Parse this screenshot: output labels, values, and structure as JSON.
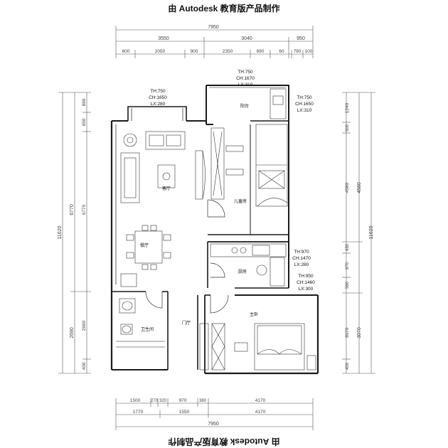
{
  "banner": "由 Autodesk 教育版产品制作",
  "dims": {
    "top_total": "7950",
    "top_mid": [
      "3550",
      "3040",
      "950"
    ],
    "top_inner": [
      "600",
      "2050",
      "900",
      "2350",
      "690",
      "60",
      "790",
      "100"
    ],
    "bottom_total": "7950",
    "bottom_mid": [
      "1770",
      "1550",
      "4170"
    ],
    "bottom_inner": [
      "1500",
      "270",
      "320",
      "970",
      "380",
      "4170"
    ],
    "left_total": "11620",
    "left_mid": [
      "6770",
      "2690"
    ],
    "left_inner": [
      "890",
      "650",
      "6770",
      "2690",
      "400"
    ],
    "right_total": "11620",
    "right_mid": [
      "4580",
      "3070"
    ],
    "right_inner": [
      "1240",
      "500",
      "4580",
      "430",
      "970",
      "560",
      "3070",
      "400"
    ]
  },
  "windows": [
    {
      "th": "TH:750",
      "ch": "CH:1650",
      "lx": "LX:280"
    },
    {
      "th": "TH:750",
      "ch": "CH:1670",
      "lx": "LX:310"
    },
    {
      "th": "TH:750",
      "ch": "CH:1650",
      "lx": "LX:310"
    },
    {
      "th": "TH:970",
      "ch": "CH:1470",
      "lx": "LX:280"
    },
    {
      "th": "TH:950",
      "ch": "CH:1460",
      "lx": "LX:300"
    }
  ],
  "rooms": {
    "balcony": "阳台",
    "living": "客厅",
    "kids": "儿童房",
    "dining": "餐厅",
    "kitchen": "厨房",
    "bath": "卫生间",
    "hall": "门厅",
    "master": "主卧"
  },
  "colors": {
    "line": "#1a1a1a",
    "dim": "#555555"
  }
}
